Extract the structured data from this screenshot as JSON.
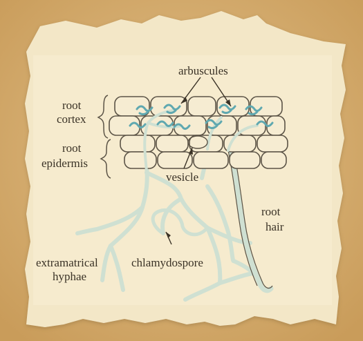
{
  "labels": {
    "arbuscules": "arbuscules",
    "root_cortex_line1": "root",
    "root_cortex_line2": "cortex",
    "root_epidermis_line1": "root",
    "root_epidermis_line2": "epidermis",
    "vesicle": "vesicle",
    "root_hair_line1": "root",
    "root_hair_line2": "hair",
    "extramatrical_line1": "extramatrical",
    "extramatrical_line2": "hyphae",
    "chlamydospore": "chlamydospore"
  },
  "colors": {
    "background_texture": "#d9b274",
    "paper": "#f3e7c7",
    "cell_outline": "#5b5346",
    "hyphae": "#cfe0d2",
    "arbuscule": "#5fa8b0",
    "text": "#3a3226"
  }
}
